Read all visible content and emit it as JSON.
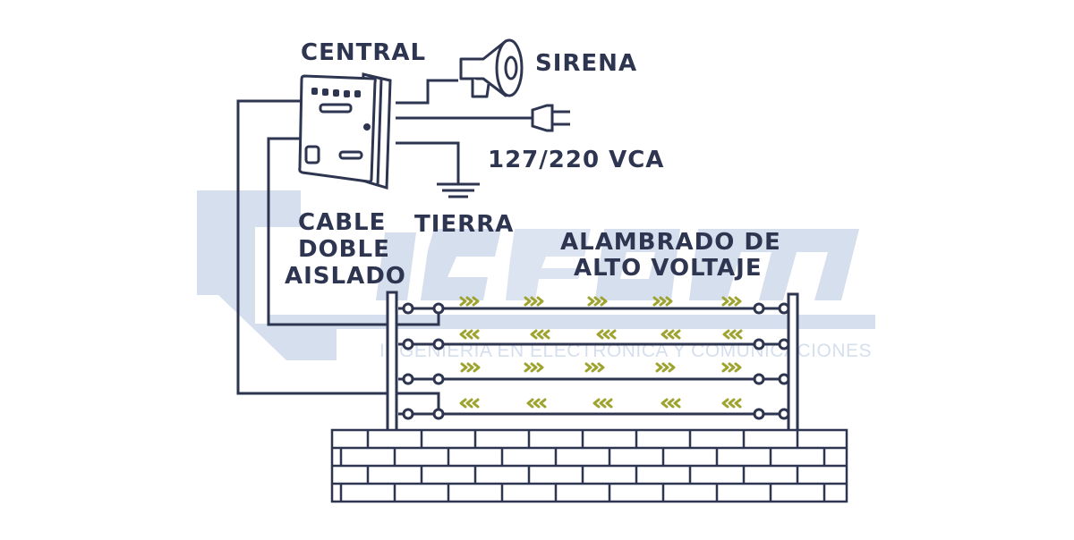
{
  "labels": {
    "central": "CENTRAL",
    "sirena": "SIRENA",
    "power": "127/220 VCA",
    "tierra": "TIERRA",
    "cable_line1": "CABLE",
    "cable_line2": "DOBLE",
    "cable_line3": "AISLADO",
    "fence_line1": "ALAMBRADO DE",
    "fence_line2": "ALTO VOLTAJE"
  },
  "watermark": {
    "brand": "icCOM",
    "tagline": "INGENIERIA EN ELECTRONICA Y COMUNICACIONES"
  },
  "colors": {
    "line": "#2d3550",
    "arrow": "#9ea32f",
    "watermark": "#d6dfee",
    "background": "#ffffff"
  },
  "icons": [
    "megaphone-icon",
    "plug-icon",
    "ground-icon",
    "control-unit",
    "brick-wall"
  ]
}
